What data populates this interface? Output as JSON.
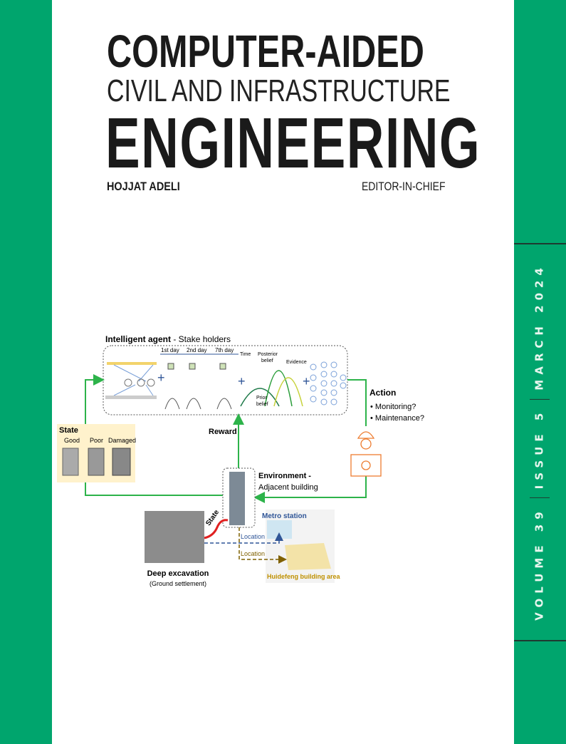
{
  "cover": {
    "title_line1": "COMPUTER-AIDED",
    "title_line2": "CIVIL AND INFRASTRUCTURE",
    "title_line3": "ENGINEERING",
    "editor": "HOJJAT ADELI",
    "editor_role": "EDITOR-IN-CHIEF",
    "volume": "VOLUME 39",
    "issue": "ISSUE 5",
    "date": "MARCH 2024",
    "brand_color": "#00a56d"
  },
  "figure": {
    "agent_title_bold": "Intelligent agent",
    "agent_title_rest": " - Stake holders",
    "days": [
      "1st day",
      "2nd day",
      "7th day"
    ],
    "time": "Time",
    "posterior": [
      "Posterior",
      "belief"
    ],
    "evidence": "Evidence",
    "prior": [
      "Prior",
      "belief"
    ],
    "action": "Action",
    "action_items": [
      "• Monitoring?",
      "• Maintenance?"
    ],
    "state": "State",
    "state_levels": [
      "Good",
      "Poor",
      "Damaged"
    ],
    "reward": "Reward",
    "environment": "Environment -",
    "environment_sub": "Adjacent building",
    "state_arrow": "State",
    "location": "Location",
    "metro": "Metro station",
    "huidefeng": "Huidefeng building area",
    "excavation": "Deep excavation",
    "excavation_sub": "(Ground settlement)"
  }
}
